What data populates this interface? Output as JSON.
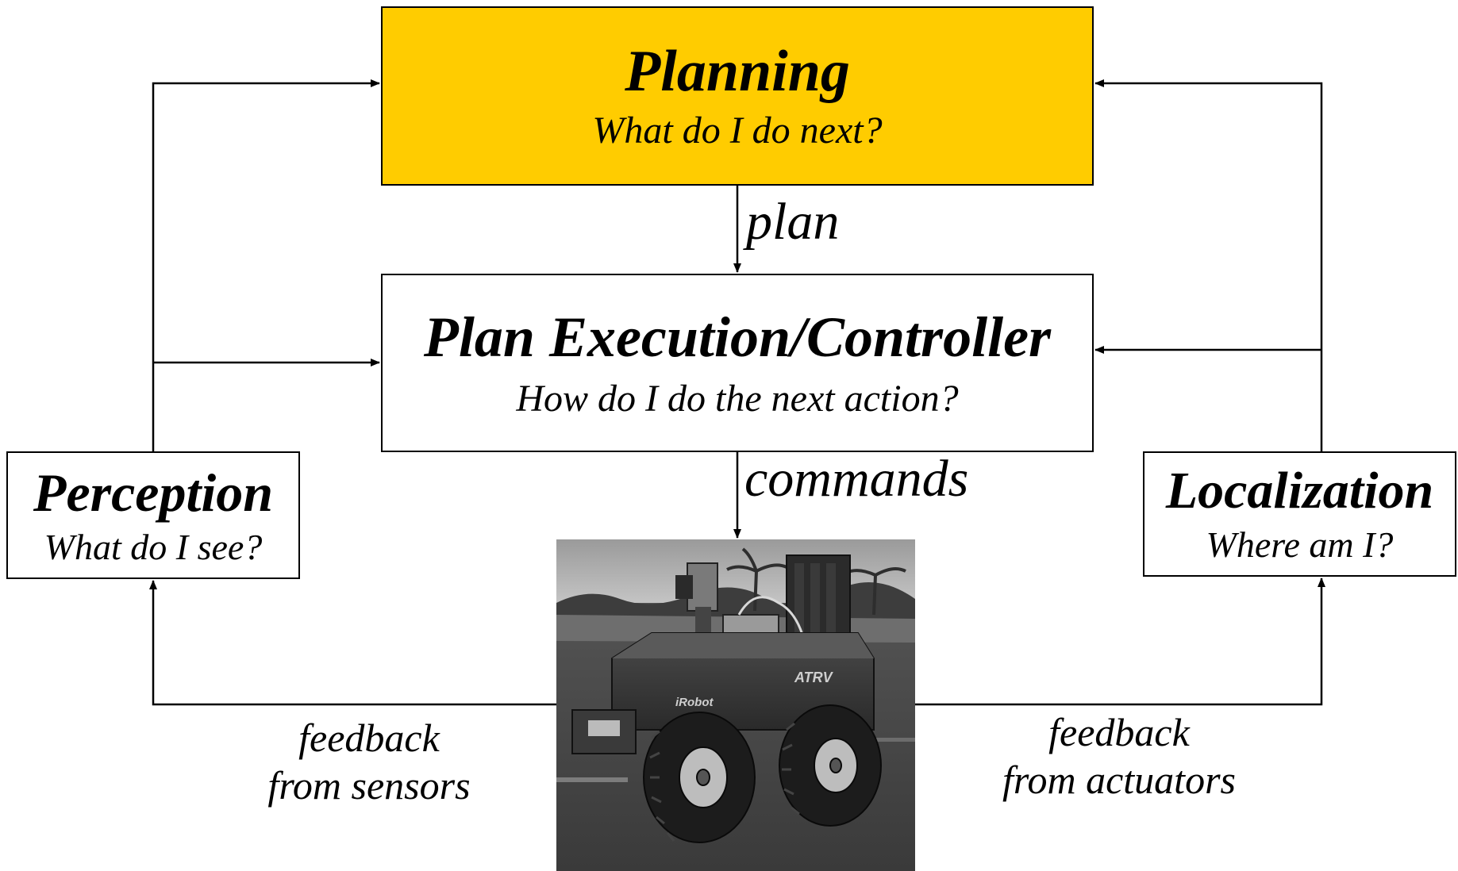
{
  "planning": {
    "title": "Planning",
    "subtitle": "What do I do next?",
    "fill_color": "#FFCC00"
  },
  "execution": {
    "title": "Plan Execution/Controller",
    "subtitle": "How do I do the next action?"
  },
  "perception": {
    "title": "Perception",
    "subtitle": "What do I see?"
  },
  "localization": {
    "title": "Localization",
    "subtitle": "Where am I?"
  },
  "edges": {
    "plan": "plan",
    "commands": "commands",
    "feedback_sensors": [
      "feedback",
      "from sensors"
    ],
    "feedback_actuators": [
      "feedback",
      "from actuators"
    ]
  },
  "robot": {
    "brand_text": "iRobot",
    "model_text": "ATRV"
  }
}
